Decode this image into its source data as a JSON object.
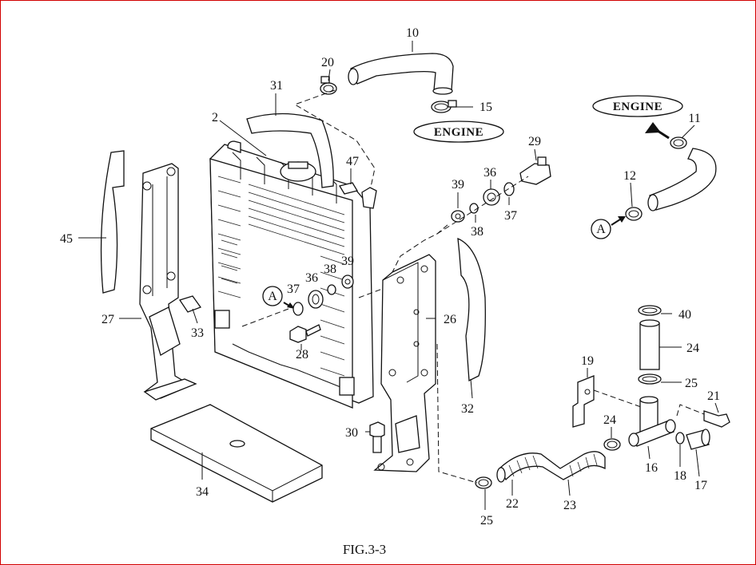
{
  "figure_caption": "FIG.3-3",
  "engine_label_1": "ENGINE",
  "engine_label_2": "ENGINE",
  "callout_a_1": "A",
  "callout_a_2": "A",
  "parts": {
    "p2": "2",
    "p10": "10",
    "p11": "11",
    "p12": "12",
    "p15": "15",
    "p16": "16",
    "p17": "17",
    "p18": "18",
    "p19": "19",
    "p20": "20",
    "p21": "21",
    "p22": "22",
    "p23": "23",
    "p24a": "24",
    "p24b": "24",
    "p25a": "25",
    "p25b": "25",
    "p26": "26",
    "p27": "27",
    "p28": "28",
    "p29": "29",
    "p30": "30",
    "p31": "31",
    "p32": "32",
    "p33": "33",
    "p34": "34",
    "p36a": "36",
    "p36b": "36",
    "p37a": "37",
    "p37b": "37",
    "p38a": "38",
    "p38b": "38",
    "p39a": "39",
    "p39b": "39",
    "p40": "40",
    "p45": "45",
    "p47": "47"
  },
  "colors": {
    "border": "#d10000",
    "ink": "#111111"
  }
}
